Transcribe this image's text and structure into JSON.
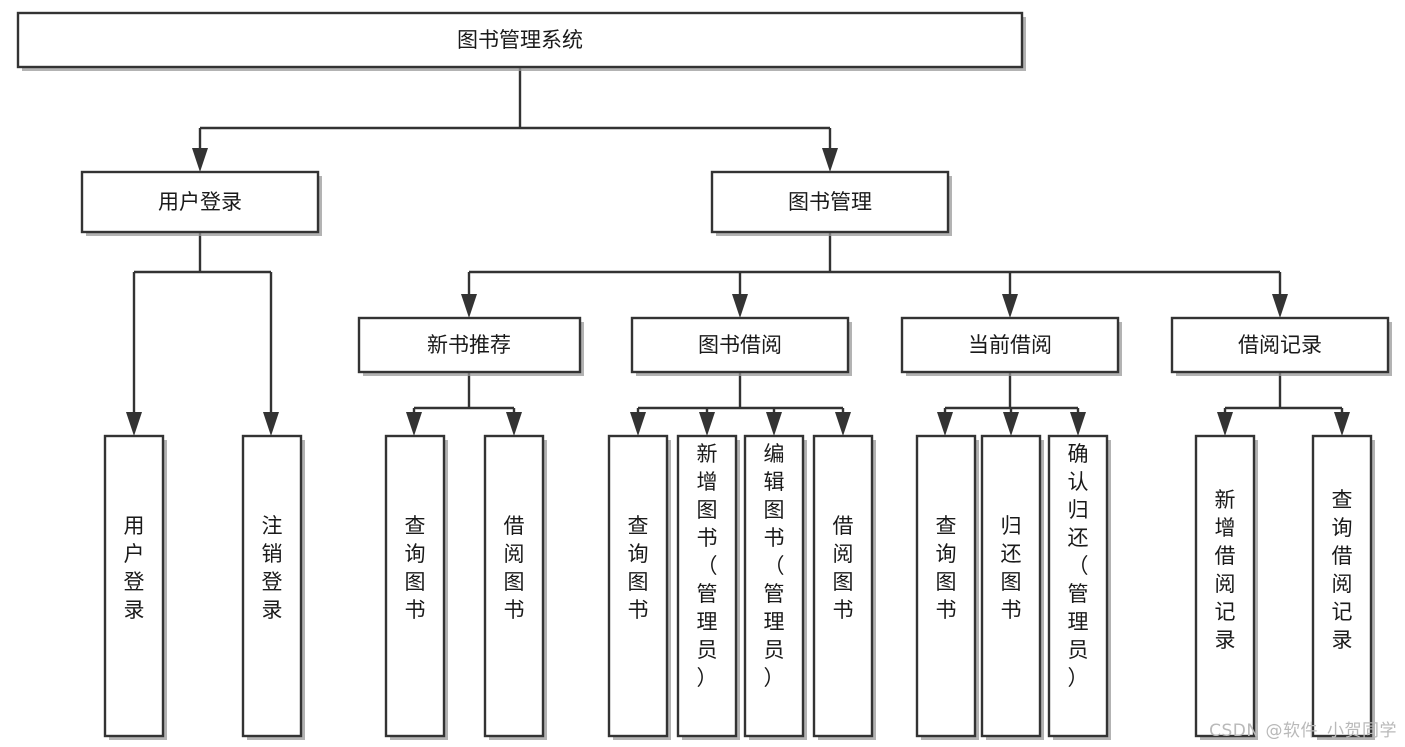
{
  "diagram": {
    "title": "图书管理系统",
    "type": "tree-hierarchy-chart",
    "colors": {
      "box_fill": "#ffffff",
      "box_stroke": "#333333",
      "text": "#1a1a1a",
      "background": "#ffffff",
      "watermark": "#b9b9b9"
    },
    "root": {
      "label": "图书管理系统"
    },
    "level2": [
      {
        "label": "用户登录"
      },
      {
        "label": "图书管理"
      }
    ],
    "level3": [
      {
        "label": "新书推荐"
      },
      {
        "label": "图书借阅"
      },
      {
        "label": "当前借阅"
      },
      {
        "label": "借阅记录"
      }
    ],
    "leaves": {
      "user_login": [
        {
          "label": "用户登录"
        },
        {
          "label": "注销登录"
        }
      ],
      "new_book_recommend": [
        {
          "label": "查询图书"
        },
        {
          "label": "借阅图书"
        }
      ],
      "book_borrow": [
        {
          "label": "查询图书"
        },
        {
          "label": "新增图书（管理员）"
        },
        {
          "label": "编辑图书（管理员）"
        },
        {
          "label": "借阅图书"
        }
      ],
      "current_borrow": [
        {
          "label": "查询图书"
        },
        {
          "label": "归还图书"
        },
        {
          "label": "确认归还（管理员）"
        }
      ],
      "borrow_record": [
        {
          "label": "新增借阅记录"
        },
        {
          "label": "查询借阅记录"
        }
      ]
    }
  },
  "watermark": {
    "text": "CSDN @软件_小贺同学"
  }
}
